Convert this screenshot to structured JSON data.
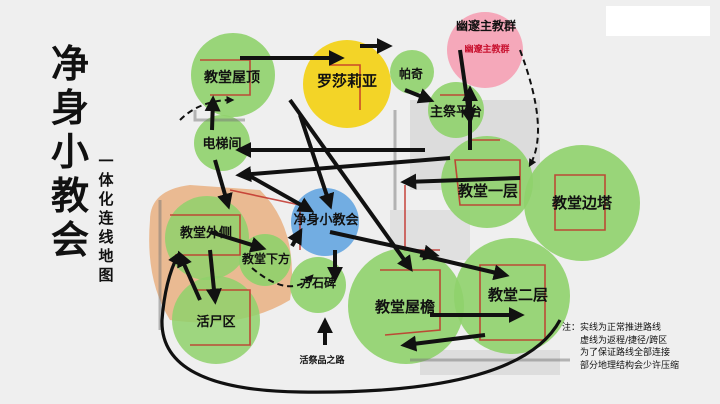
{
  "title": "净身小教会",
  "subtitle": "一体化连线地图",
  "areas": [
    {
      "id": "roof",
      "label": "教堂屋顶",
      "color": "#8fd16b"
    },
    {
      "id": "rosaria",
      "label": "罗莎莉亚",
      "color": "#f2d21b"
    },
    {
      "id": "pacco",
      "label": "帕奇",
      "color": "#8fd16b"
    },
    {
      "id": "haunted",
      "label": "幽邃主教群",
      "sub": "幽邃主教群",
      "color": "#f4a3b6"
    },
    {
      "id": "altar",
      "label": "主祭平台",
      "color": "#8fd16b"
    },
    {
      "id": "elevator",
      "label": "电梯间",
      "color": "#8fd16b"
    },
    {
      "id": "floor1",
      "label": "教堂一层",
      "color": "#8fd16b"
    },
    {
      "id": "tower",
      "label": "教堂边塔",
      "color": "#8fd16b"
    },
    {
      "id": "church",
      "label": "净身小教会",
      "color": "#6aa9e0"
    },
    {
      "id": "outside",
      "label": "教堂外侧",
      "color": "#8fd16b"
    },
    {
      "id": "below",
      "label": "教堂下方",
      "color": "#8fd16b"
    },
    {
      "id": "stele",
      "label": "方石碑",
      "color": "#8fd16b"
    },
    {
      "id": "corpse",
      "label": "活尸区",
      "color": "#8fd16b"
    },
    {
      "id": "eaves",
      "label": "教堂屋檐",
      "color": "#8fd16b"
    },
    {
      "id": "floor2",
      "label": "教堂二层",
      "color": "#8fd16b"
    }
  ],
  "entry_label": "活祭品之路",
  "notes": [
    "注：实线为正常推进路线",
    "虚线为返程/捷径/跨区",
    "为了保证路线全部连接",
    "部分地理结构会少许压缩"
  ]
}
